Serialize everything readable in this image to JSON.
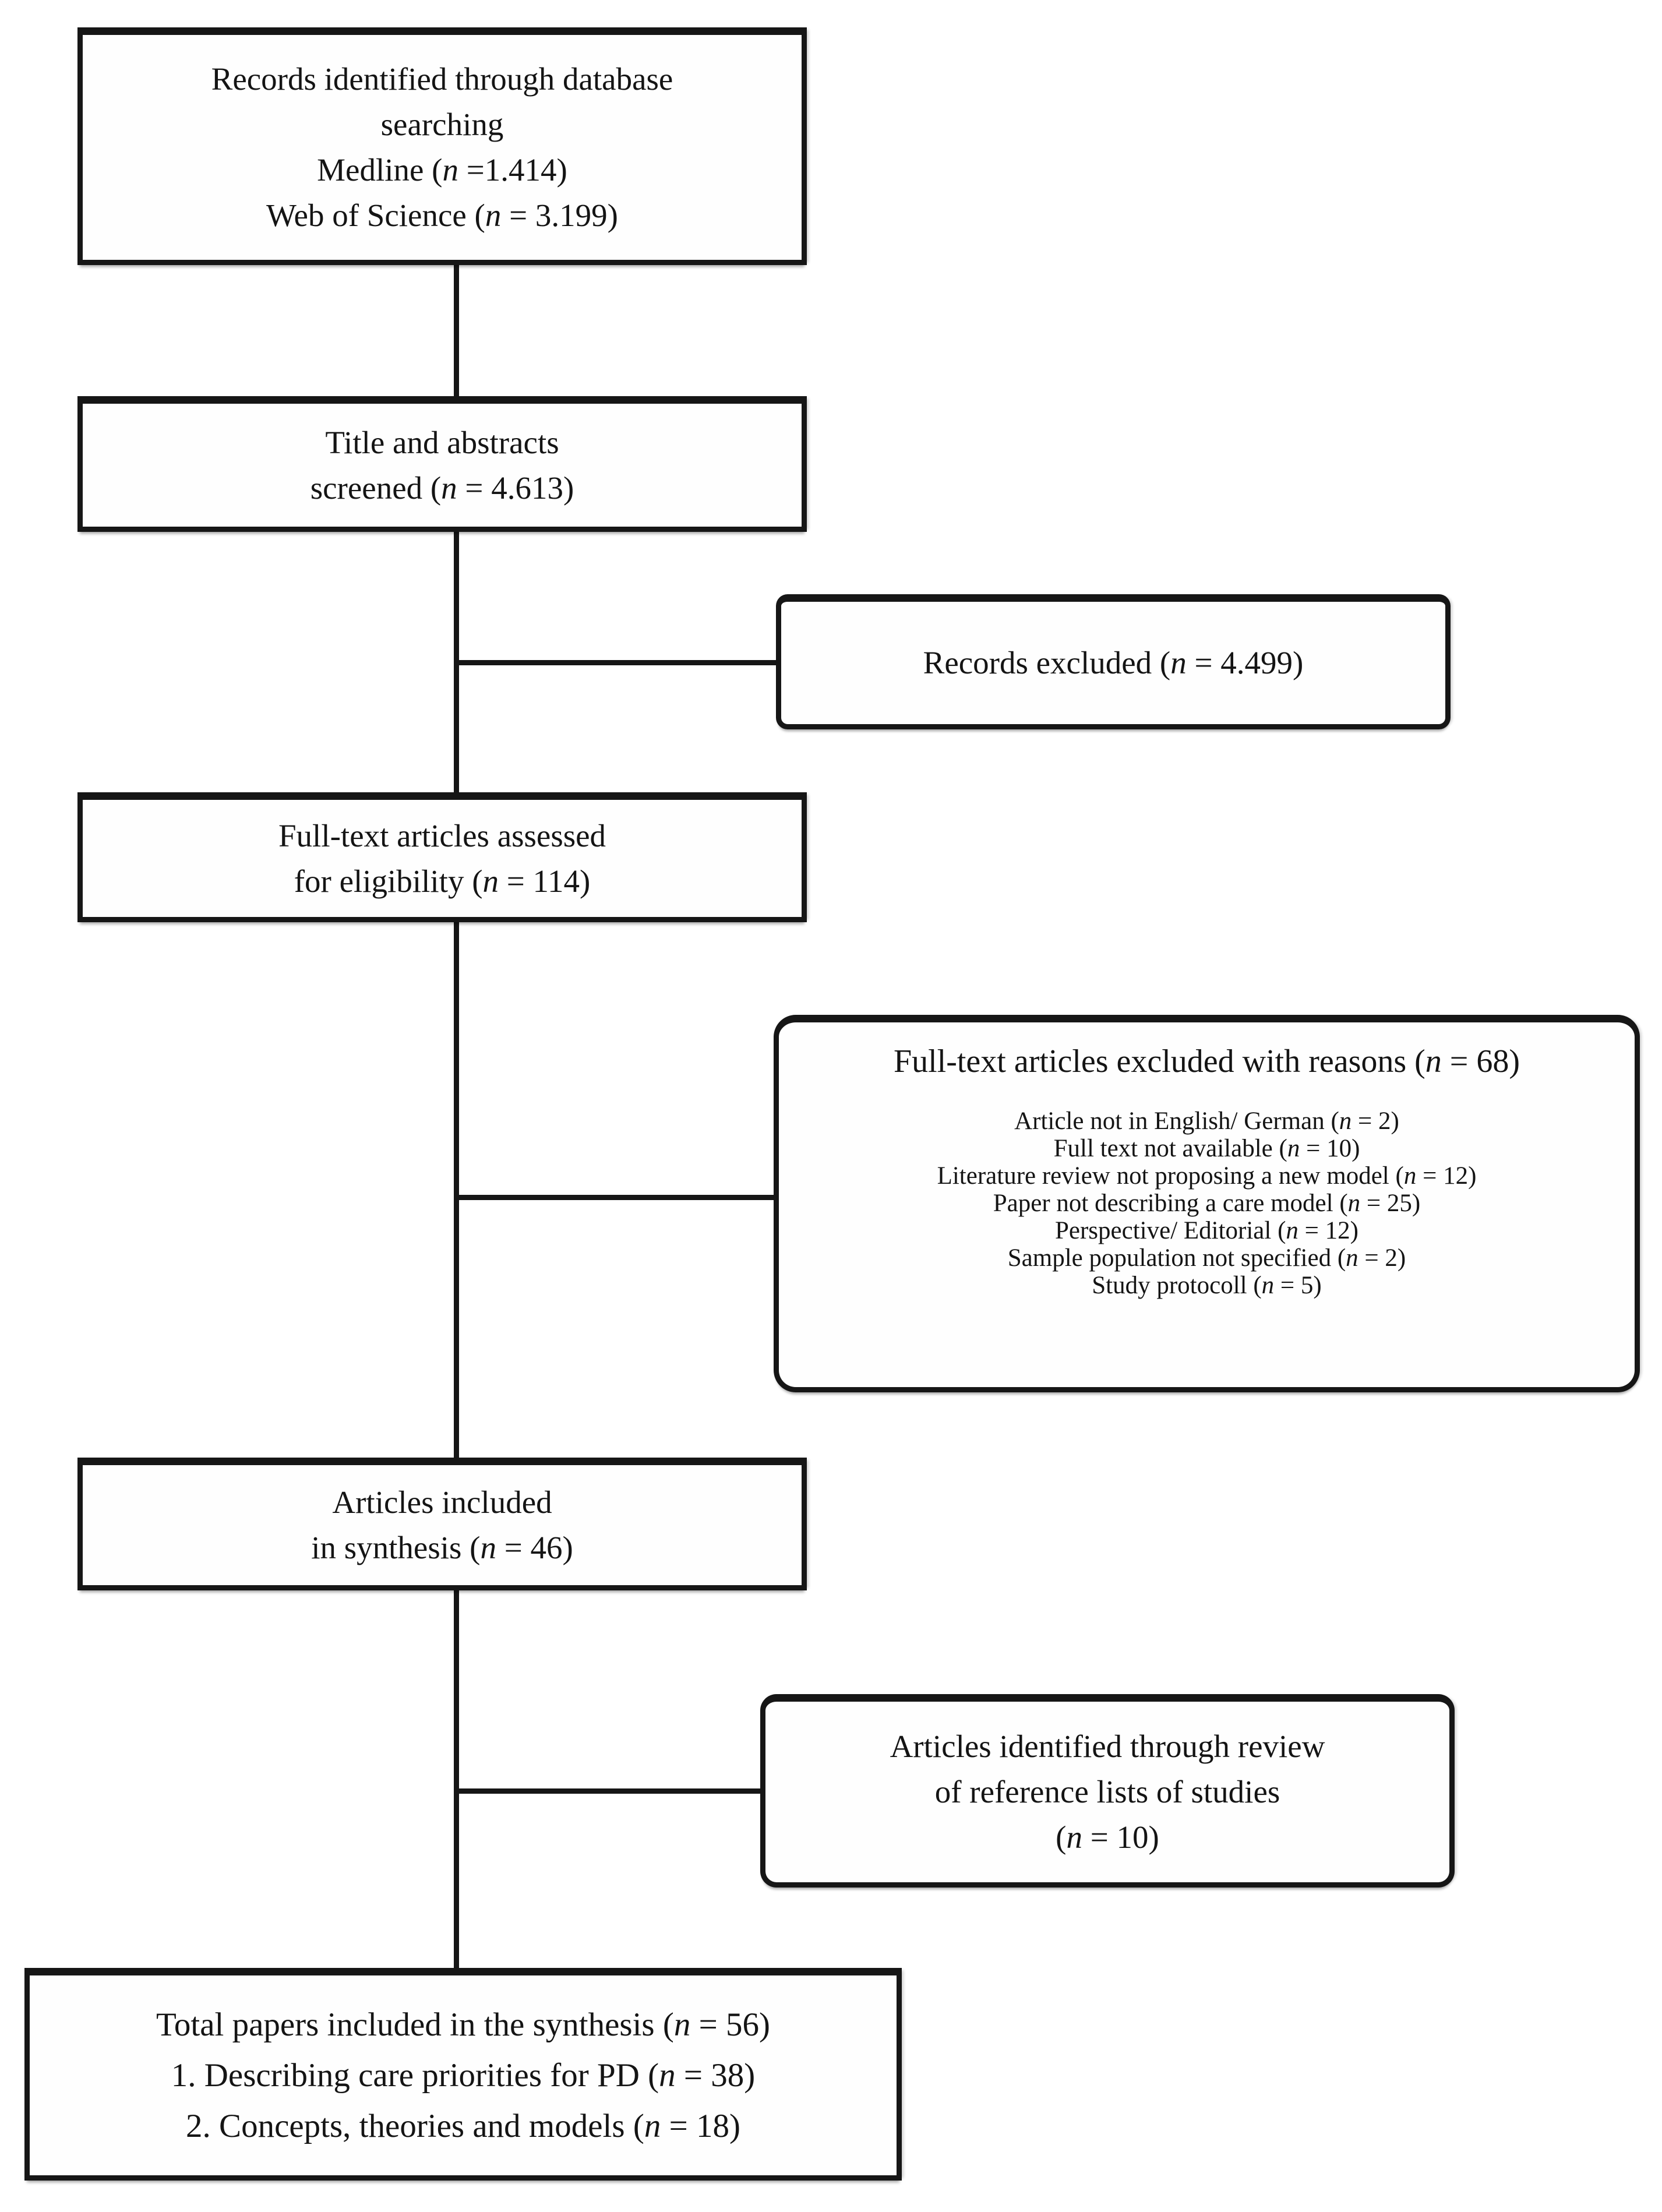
{
  "diagram": {
    "title": "PRISMA flow diagram",
    "accent_color": "#161616",
    "background_color": "#ffffff",
    "boxes": {
      "records_identified": {
        "lines": [
          "Records identified through database",
          "searching",
          "Medline (n =1.414)",
          "Web of Science (n = 3.199)"
        ]
      },
      "title_abstracts_screened": {
        "lines": [
          "Title and abstracts",
          "screened (n = 4.613)"
        ]
      },
      "records_excluded": {
        "lines": [
          "Records excluded (n = 4.499)"
        ]
      },
      "fulltext_assessed": {
        "lines": [
          "Full-text articles assessed",
          "for eligibility (n = 114)"
        ]
      },
      "fulltext_excluded": {
        "title": "Full-text articles excluded with reasons (n = 68)",
        "reasons": [
          "Article not in English/ German (n = 2)",
          "Full text not available (n = 10)",
          "Literature review not proposing a new model (n = 12)",
          "Paper not describing a care model (n = 25)",
          "Perspective/ Editorial (n = 12)",
          "Sample population not specified (n = 2)",
          "Study protocoll (n = 5)"
        ]
      },
      "articles_included": {
        "lines": [
          "Articles included",
          "in synthesis (n = 46)"
        ]
      },
      "reference_list_articles": {
        "lines": [
          "Articles identified through review",
          "of reference lists of studies",
          "(n = 10)"
        ]
      },
      "total_papers": {
        "lines": [
          "Total papers included in the synthesis (n = 56)",
          "1. Describing care priorities for PD (n = 38)",
          "2. Concepts, theories and models (n = 18)"
        ]
      }
    }
  }
}
